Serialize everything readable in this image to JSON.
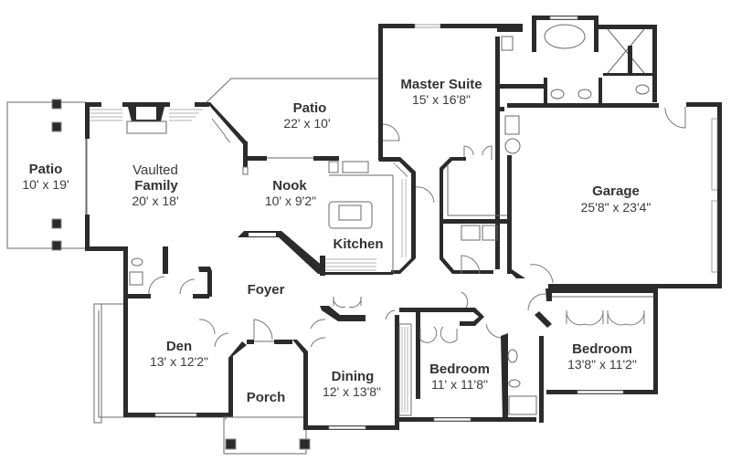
{
  "plan": {
    "rooms": [
      {
        "id": "patio-left",
        "name": "Patio",
        "dims": "10' x 19'"
      },
      {
        "id": "family",
        "prefix": "Vaulted",
        "name": "Family",
        "dims": "20' x 18'"
      },
      {
        "id": "patio-rear",
        "name": "Patio",
        "dims": "22' x 10'"
      },
      {
        "id": "master-suite",
        "name": "Master Suite",
        "dims": "15' x 16'8\""
      },
      {
        "id": "nook",
        "name": "Nook",
        "dims": "10' x 9'2\""
      },
      {
        "id": "kitchen",
        "name": "Kitchen",
        "dims": ""
      },
      {
        "id": "garage",
        "name": "Garage",
        "dims": "25'8\" x 23'4\""
      },
      {
        "id": "foyer",
        "name": "Foyer",
        "dims": ""
      },
      {
        "id": "den",
        "name": "Den",
        "dims": "13' x 12'2\""
      },
      {
        "id": "porch",
        "name": "Porch",
        "dims": ""
      },
      {
        "id": "dining",
        "name": "Dining",
        "dims": "12' x 13'8\""
      },
      {
        "id": "bedroom-2",
        "name": "Bedroom",
        "dims": "11' x 11'8\""
      },
      {
        "id": "bedroom-3",
        "name": "Bedroom",
        "dims": "13'8\" x 11'2\""
      }
    ],
    "colors": {
      "wall": "#2b2b2b",
      "line": "#6a6a6a",
      "text": "#333333",
      "background": "#ffffff"
    }
  }
}
